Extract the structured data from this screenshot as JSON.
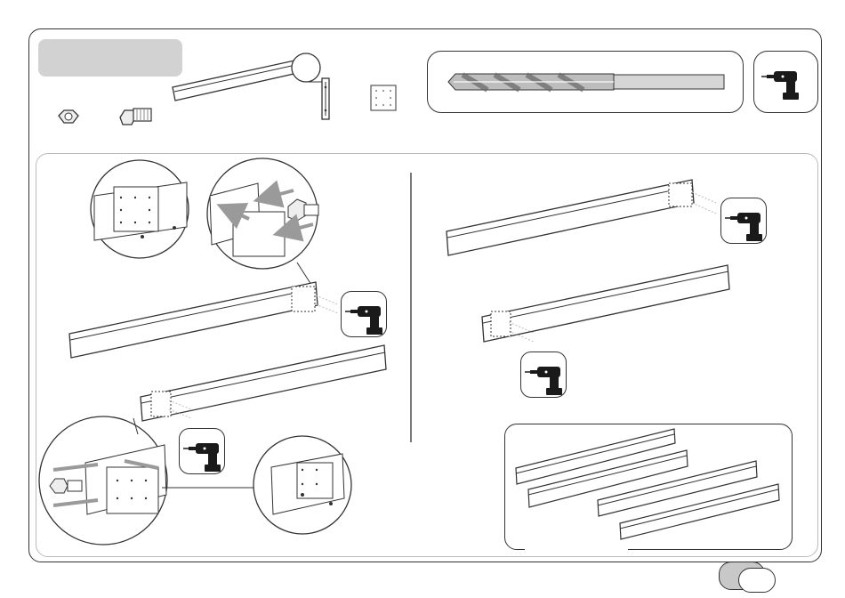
{
  "document": {
    "type": "assembly-instruction-step",
    "heading_label": "",
    "page_indicator": ""
  },
  "parts": [
    {
      "name": "hex-nut",
      "icon": "hex-nut-icon"
    },
    {
      "name": "hex-bolt",
      "icon": "hex-bolt-icon"
    },
    {
      "name": "long-rail",
      "icon": "rail-icon"
    },
    {
      "name": "corner-bracket",
      "icon": "bracket-icon"
    },
    {
      "name": "connector-plate",
      "icon": "plate-icon"
    }
  ],
  "tools": [
    {
      "name": "drill-bit",
      "icon": "drill-bit-icon"
    },
    {
      "name": "power-drill",
      "icon": "power-drill-icon"
    }
  ],
  "colors": {
    "line": "#333333",
    "label_fill": "#d2d2d2",
    "arrow": "#9a9a9a",
    "drill_body": "#1a1a1a"
  }
}
